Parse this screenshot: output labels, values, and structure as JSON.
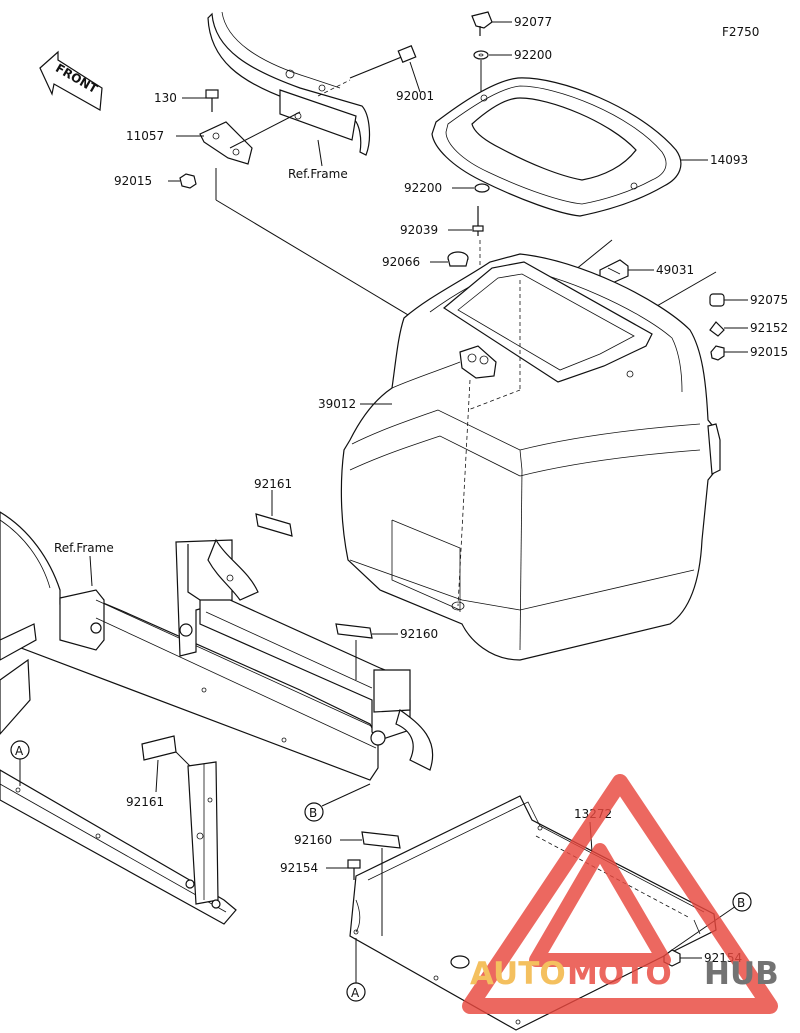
{
  "diagram": {
    "figure_code": "F2750",
    "front_label": "FRONT",
    "ref_frame_label": "Ref.Frame",
    "parts": [
      {
        "id": "p92077",
        "code": "92077"
      },
      {
        "id": "p92200a",
        "code": "92200"
      },
      {
        "id": "p92001",
        "code": "92001"
      },
      {
        "id": "p130",
        "code": "130"
      },
      {
        "id": "p11057",
        "code": "11057"
      },
      {
        "id": "p92015a",
        "code": "92015"
      },
      {
        "id": "p14093",
        "code": "14093"
      },
      {
        "id": "p92200b",
        "code": "92200"
      },
      {
        "id": "p92039",
        "code": "92039"
      },
      {
        "id": "p92066",
        "code": "92066"
      },
      {
        "id": "p49031",
        "code": "49031"
      },
      {
        "id": "p92075",
        "code": "92075"
      },
      {
        "id": "p92152",
        "code": "92152"
      },
      {
        "id": "p92015b",
        "code": "92015"
      },
      {
        "id": "p39012",
        "code": "39012"
      },
      {
        "id": "p92161a",
        "code": "92161"
      },
      {
        "id": "p92160a",
        "code": "92160"
      },
      {
        "id": "p92161b",
        "code": "92161"
      },
      {
        "id": "p13272",
        "code": "13272"
      },
      {
        "id": "p92160b",
        "code": "92160"
      },
      {
        "id": "p92154a",
        "code": "92154"
      },
      {
        "id": "p92154b",
        "code": "92154"
      }
    ],
    "markers": [
      {
        "id": "mA1",
        "letter": "A"
      },
      {
        "id": "mB1",
        "letter": "B"
      },
      {
        "id": "mA2",
        "letter": "A"
      },
      {
        "id": "mB2",
        "letter": "B"
      }
    ]
  },
  "watermark": {
    "part1": "AUTO",
    "part2": "MOTO",
    "part3": "HUB",
    "color_primary": "#e8473e",
    "color_secondary": "#f2b33d",
    "color_dark": "#555555"
  }
}
